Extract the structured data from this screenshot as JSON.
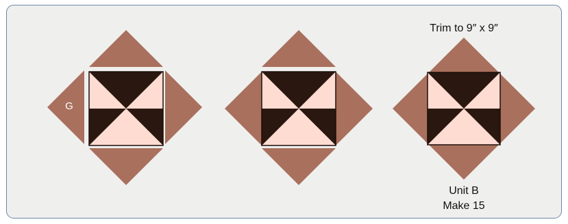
{
  "labels": {
    "piece": "G",
    "trim": "Trim to 9″ x 9″",
    "unit": "Unit B",
    "make": "Make 15"
  },
  "colors": {
    "panel_bg": "#efefee",
    "panel_border": "#6f86a8",
    "brown": "#a9705d",
    "dark": "#2a1710",
    "light": "#ffdcd2",
    "outline": "#1a0f0a"
  },
  "steps": [
    {
      "name": "step-1-separated-pieces"
    },
    {
      "name": "step-2-partially-joined"
    },
    {
      "name": "step-3-assembled-block"
    }
  ]
}
